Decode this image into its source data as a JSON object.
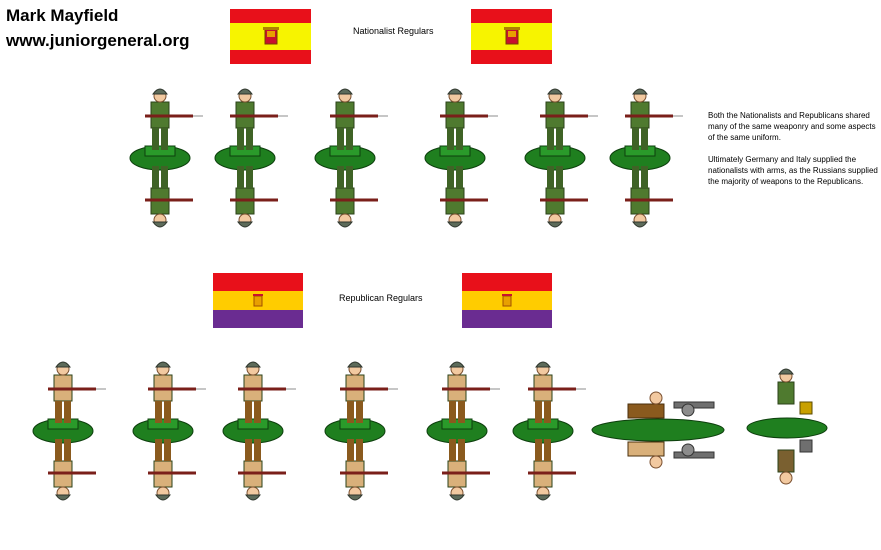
{
  "header": {
    "author": "Mark Mayfield",
    "site": "www.juniorgeneral.org"
  },
  "sections": {
    "nationalist": {
      "label": "Nationalist Regulars",
      "flag_colors": [
        "#e8101a",
        "#f7f400",
        "#e8101a"
      ]
    },
    "republican": {
      "label": "Republican Regulars",
      "flag_colors": [
        "#e8101a",
        "#ffcc00",
        "#6a2c91"
      ]
    }
  },
  "notes": {
    "paragraph_1": "Both the Nationalists and Republicans shared many of the same weaponry and some aspects of the same uniform.",
    "paragraph_2": "Ultimately Germany and Italy supplied the nationalists with arms, as the Russians supplied the majority of weapons to the Republicans."
  },
  "colors": {
    "base_green": "#1f7f1f",
    "nationalist_uniform": "#4f7a2f",
    "republican_uniform": "#8a5a1e",
    "republican_shirt": "#d9b07a",
    "skin": "#f2c9a0",
    "helmet": "#5d6b5a",
    "rifle": "#7a1f1a",
    "steel": "#8c8c8c"
  }
}
